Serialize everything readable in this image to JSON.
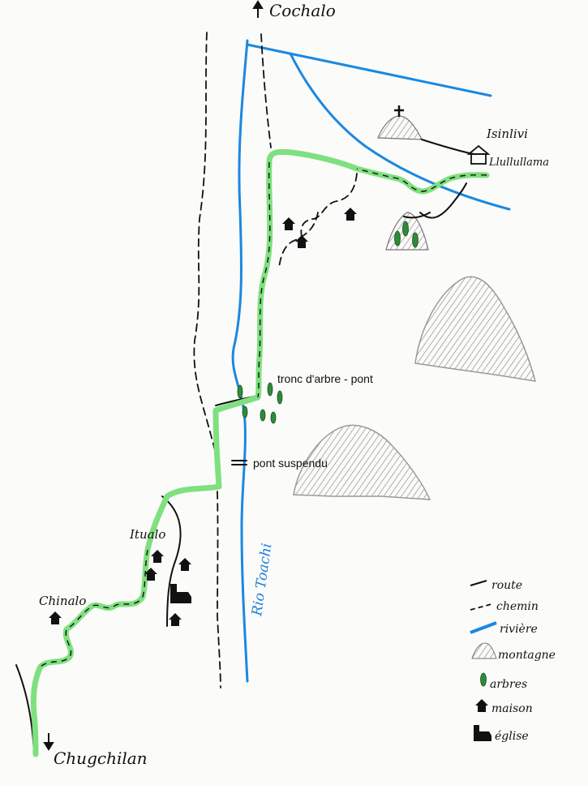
{
  "places": {
    "north_destination": "Cochalo",
    "village_top": "Isinlivi",
    "village_top_2": "Llullullama",
    "village_mid": "Itualo",
    "village_lower": "Chinalo",
    "south_destination": "Chugchilan"
  },
  "features": {
    "log_bridge": "tronc d'arbre - pont",
    "suspension_bridge": "pont suspendu",
    "river": "Rio Toachi"
  },
  "legend": {
    "road": "route",
    "trail": "chemin",
    "river": "rivière",
    "mountain": "montagne",
    "trees": "arbres",
    "house": "maison",
    "church": "église"
  },
  "colors": {
    "trail_highlight": "#7fe07f",
    "river": "#1b88e0",
    "road": "#111111",
    "mountain_hatch": "#9a9a9a",
    "tree": "#2e8b3a",
    "house": "#111111"
  },
  "icons": {
    "north_arrow": "arrow-up-icon",
    "south_arrow": "arrow-down-icon",
    "cross": "cross-icon",
    "house": "house-icon",
    "church": "church-icon",
    "tree": "tree-icon",
    "mountain": "mountain-icon"
  }
}
